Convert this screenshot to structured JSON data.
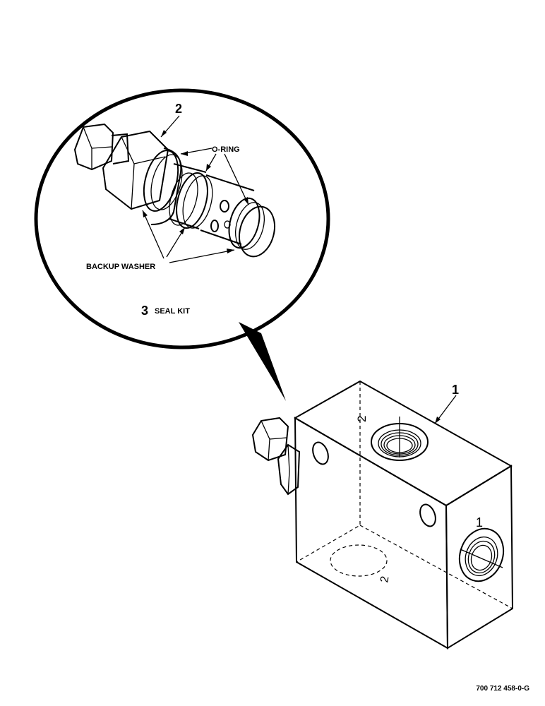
{
  "callouts": {
    "cartridge_number": "2",
    "oring_label": "O-RING",
    "backup_washer_label": "BACKUP WASHER",
    "seal_kit_number": "3",
    "seal_kit_label": "SEAL KIT",
    "block_number": "1",
    "port_top_number": "2",
    "port_side_number": "1",
    "port_bottom_number": "2"
  },
  "drawing_number": "700 712 458-0-G"
}
